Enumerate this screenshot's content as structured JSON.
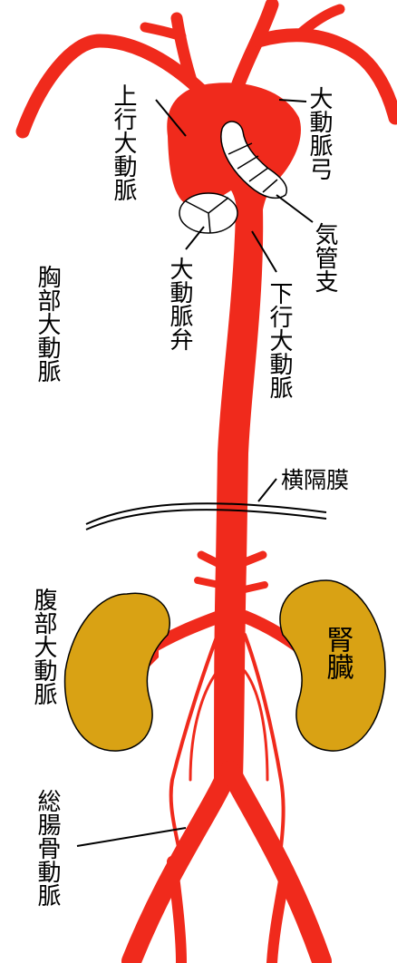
{
  "colors": {
    "artery": "#f02a1c",
    "kidney": "#d9a214",
    "outline": "#000000",
    "background": "#ffffff"
  },
  "labels": {
    "ascending_aorta": "上行大動脈",
    "aortic_arch": "大動脈弓",
    "bronchus": "気管支",
    "aortic_valve": "大動脈弁",
    "descending_aorta": "下行大動脈",
    "thoracic_aorta": "胸部大動脈",
    "diaphragm": "横隔膜",
    "abdominal_aorta": "腹部大動脈",
    "kidney": "腎臓",
    "common_iliac_artery": "総腸骨動脈"
  }
}
